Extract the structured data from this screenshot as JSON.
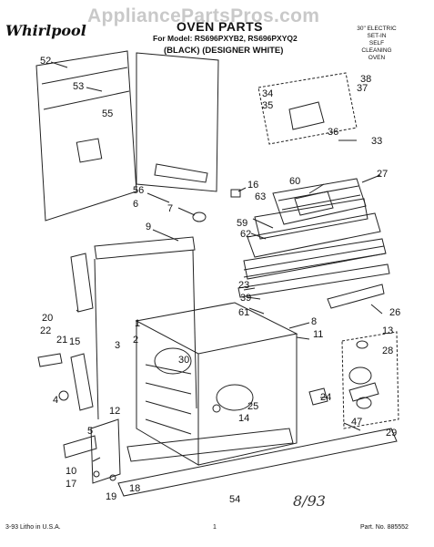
{
  "watermark": "AppliancePartsPros.com",
  "header": {
    "brand": "Whirlpool",
    "title": "OVEN PARTS",
    "model_line": "For Model: RS696PXYB2, RS696PXYQ2",
    "color_line": "(BLACK) (DESIGNER WHITE)",
    "side_note": [
      "30\" ELECTRIC",
      "SET-IN",
      "SELF",
      "CLEANING",
      "OVEN"
    ]
  },
  "callouts": [
    "52",
    "53",
    "55",
    "56",
    "6",
    "7",
    "16",
    "63",
    "60",
    "27",
    "38",
    "37",
    "34",
    "35",
    "36",
    "33",
    "59",
    "62",
    "9",
    "23",
    "39",
    "61",
    "26",
    "20",
    "22",
    "21",
    "15",
    "3",
    "2",
    "1",
    "8",
    "11",
    "13",
    "28",
    "30",
    "4",
    "12",
    "25",
    "14",
    "24",
    "5",
    "47",
    "29",
    "10",
    "17",
    "18",
    "19",
    "54"
  ],
  "footer": {
    "left": "3-93 Litho in U.S.A.",
    "page": "1",
    "part_no": "Part. No. 885552"
  },
  "annotation": "8/93"
}
